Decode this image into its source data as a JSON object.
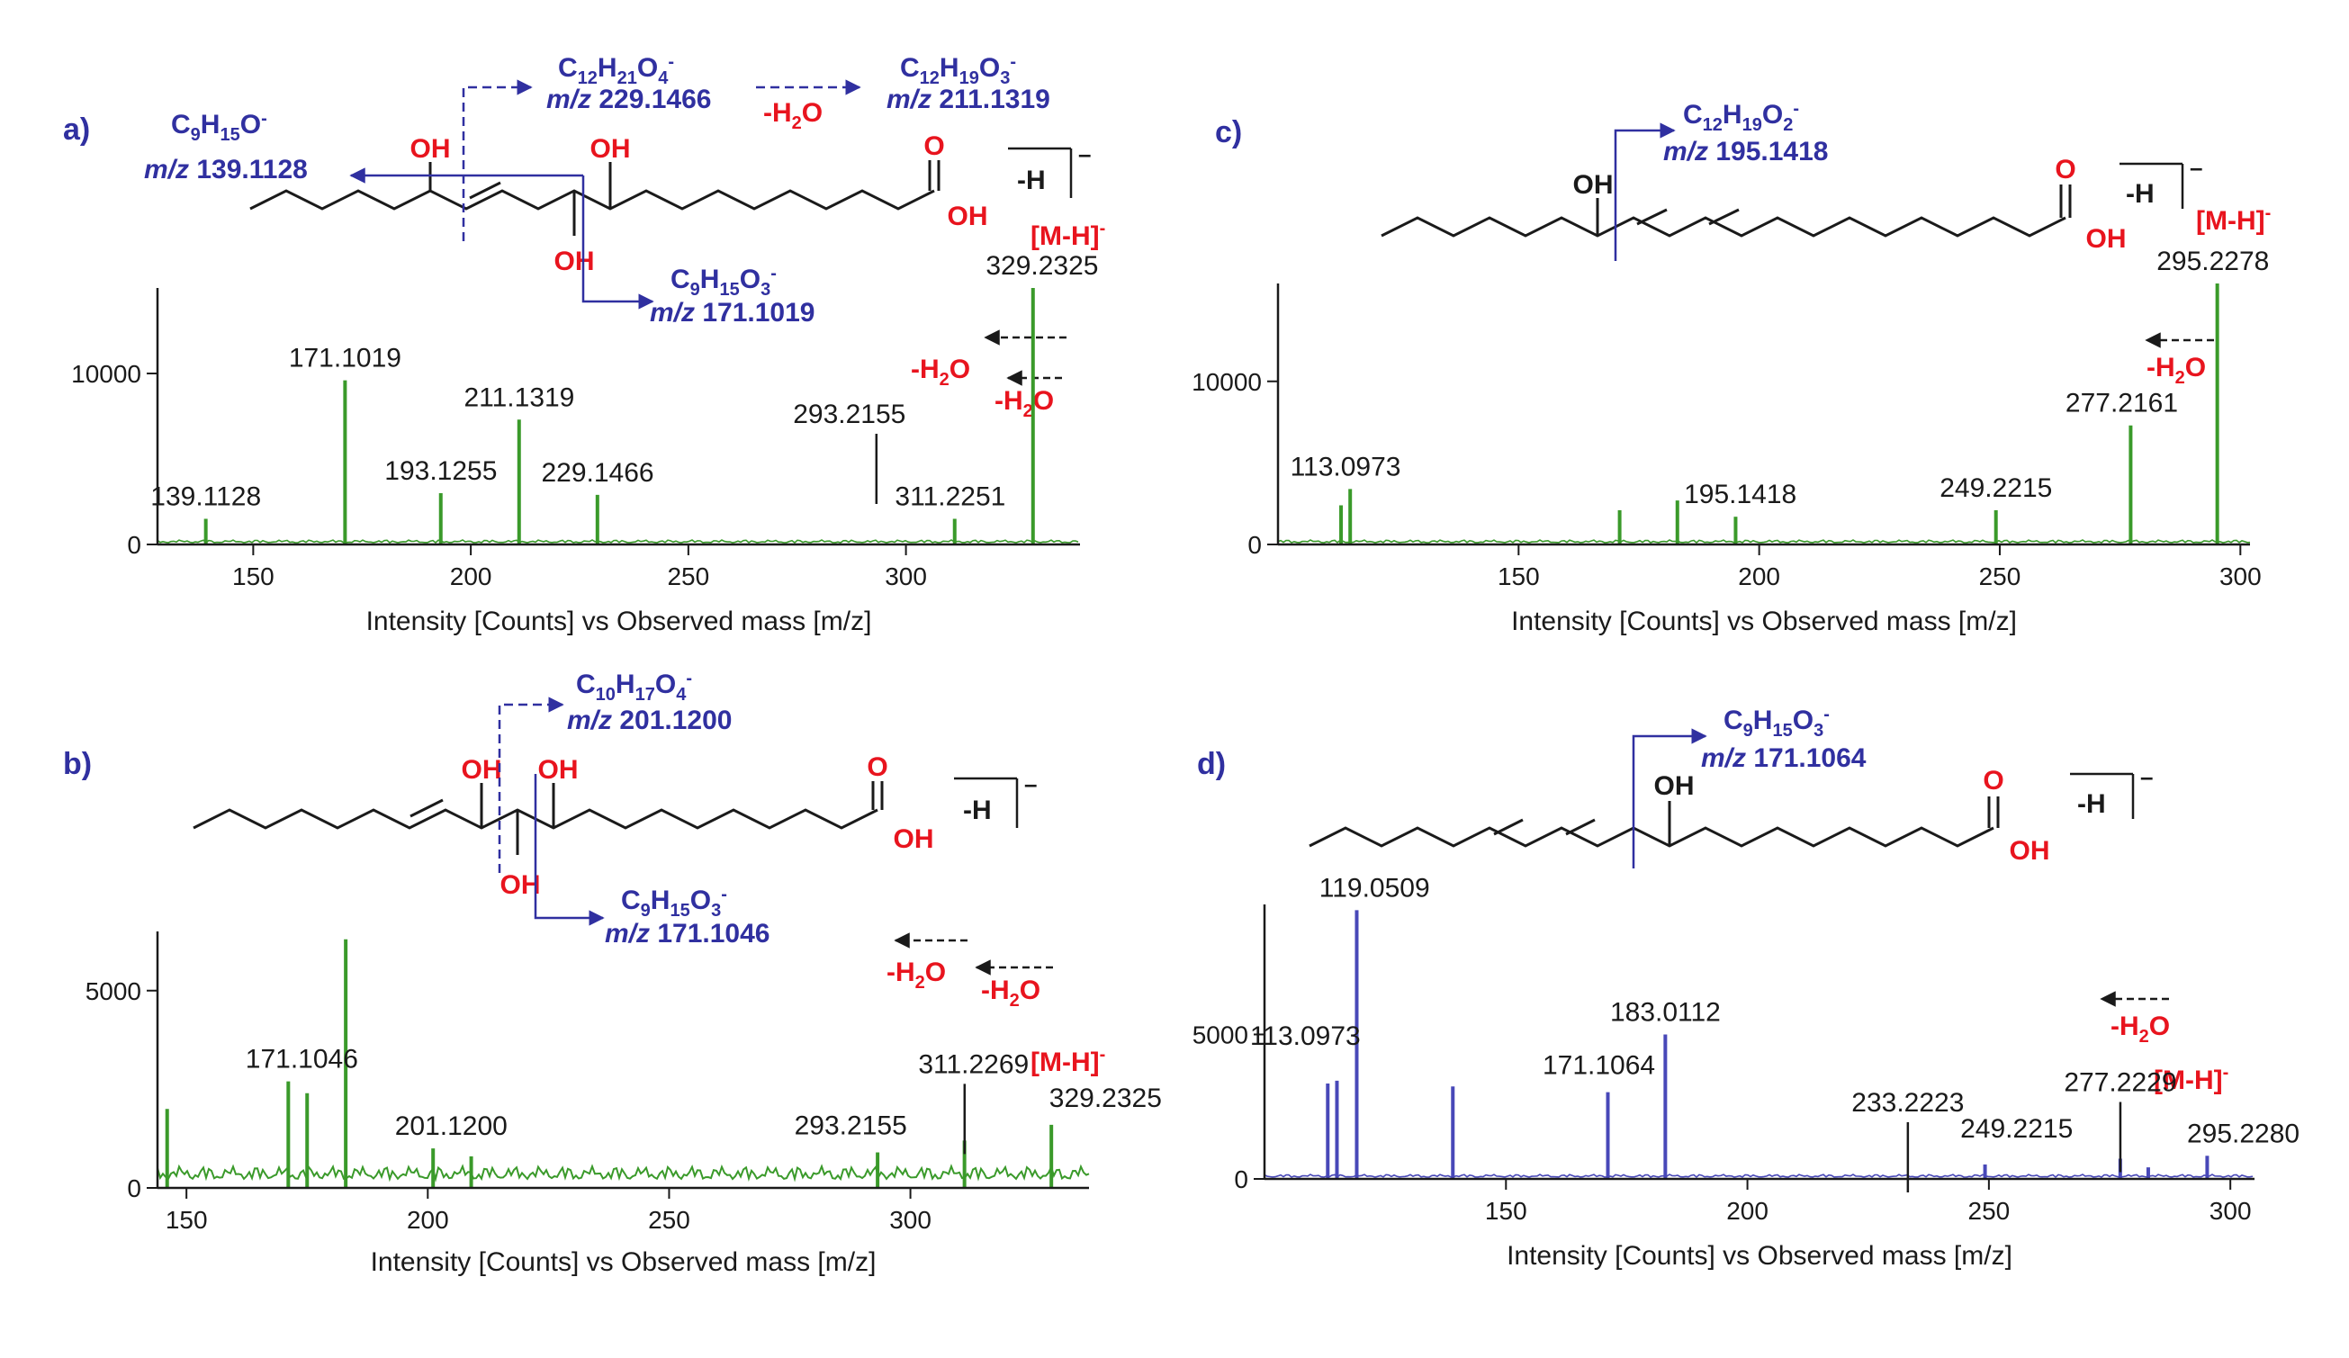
{
  "colors": {
    "fragment_blue": "#3030a0",
    "water_red": "#e8141e",
    "bond_black": "#1a1a1a",
    "trace_green": "#3a9a2a",
    "trace_blue": "#4848b8"
  },
  "chart_data": [
    {
      "panel": "a)",
      "type": "bar",
      "trace_color": "#3a9a2a",
      "xlabel": "Intensity [Counts] vs Observed mass [m/z]",
      "xlim": [
        128,
        340
      ],
      "ylim": [
        0,
        15000
      ],
      "xticks": [
        150,
        200,
        250,
        300
      ],
      "yticks": [
        0,
        10000
      ],
      "x": [
        139.1,
        171.1,
        193.1,
        211.1,
        229.1,
        311.2,
        329.2
      ],
      "values": [
        1500,
        9600,
        3000,
        7300,
        2900,
        1500,
        15000
      ],
      "peak_labels": [
        {
          "text": "139.1128",
          "x": 139.1128,
          "y": 1500
        },
        {
          "text": "171.1019",
          "x": 171.1019,
          "y": 9600
        },
        {
          "text": "193.1255",
          "x": 193.1255,
          "y": 3000
        },
        {
          "text": "211.1319",
          "x": 211.1319,
          "y": 7300
        },
        {
          "text": "229.1466",
          "x": 229.1466,
          "y": 2900
        },
        {
          "text": "293.2155",
          "x": 293.2155,
          "y": 0
        },
        {
          "text": "311.2251",
          "x": 311.2251,
          "y": 1500
        },
        {
          "text": "329.2325",
          "x": 329.2325,
          "y": 15000
        }
      ],
      "annotations": {
        "frag1": {
          "sym": "C",
          "n1": "12",
          "h": "H",
          "n2": "21",
          "o": "O",
          "n3": "4",
          "charge": "-",
          "mz": "m/z",
          "mass": "229.1466"
        },
        "frag2": {
          "sym": "C",
          "n1": "12",
          "h": "H",
          "n2": "19",
          "o": "O",
          "n3": "3",
          "charge": "-",
          "mz": "m/z",
          "mass": "211.1319"
        },
        "frag3": {
          "sym": "C",
          "n1": "9",
          "h": "H",
          "n2": "15",
          "o": "O",
          "n3": "",
          "charge": "-",
          "mz": "m/z",
          "mass": "139.1128"
        },
        "frag4": {
          "sym": "C",
          "n1": "9",
          "h": "H",
          "n2": "15",
          "o": "O",
          "n3": "3",
          "charge": "-",
          "mz": "m/z",
          "mass": "171.1019"
        },
        "loss": [
          "-H",
          "2",
          "O"
        ],
        "loss_b": [
          "-H",
          "2",
          "O"
        ],
        "loss_c": [
          "-H",
          "2",
          "O"
        ],
        "mh": "[M-H]",
        "mh_charge": "-",
        "hlabel": "-H",
        "hcharge": "–",
        "oh1": "OH",
        "oh2": "OH",
        "oh3": "OH",
        "oh4": "OH",
        "o_dbl": "O"
      }
    },
    {
      "panel": "b)",
      "type": "bar",
      "trace_color": "#3a9a2a",
      "xlabel": "Intensity [Counts] vs Observed mass [m/z]",
      "xlim": [
        144,
        337
      ],
      "ylim": [
        0,
        6500
      ],
      "xticks": [
        150,
        200,
        250,
        300
      ],
      "yticks": [
        0,
        5000
      ],
      "x": [
        146,
        171.1,
        175,
        183,
        201.1,
        209,
        293.2,
        311.2,
        329.2
      ],
      "values": [
        2000,
        2700,
        2400,
        6300,
        1000,
        800,
        900,
        1200,
        1600
      ],
      "peak_labels": [
        {
          "text": "171.1046",
          "x": 171.1046,
          "y": 2700
        },
        {
          "text": "201.1200",
          "x": 201.12,
          "y": 1000
        },
        {
          "text": "293.2155",
          "x": 293.2155,
          "y": 900
        },
        {
          "text": "311.2269",
          "x": 311.2269,
          "y": 1200
        },
        {
          "text": "329.2325",
          "x": 329.2325,
          "y": 1600
        }
      ],
      "annotations": {
        "frag1": {
          "sym": "C",
          "n1": "10",
          "h": "H",
          "n2": "17",
          "o": "O",
          "n3": "4",
          "charge": "-",
          "mz": "m/z",
          "mass": "201.1200"
        },
        "frag2": {
          "sym": "C",
          "n1": "9",
          "h": "H",
          "n2": "15",
          "o": "O",
          "n3": "3",
          "charge": "-",
          "mz": "m/z",
          "mass": "171.1046"
        },
        "loss": [
          "-H",
          "2",
          "O"
        ],
        "loss_b": [
          "-H",
          "2",
          "O"
        ],
        "mh": "[M-H]",
        "mh_charge": "-",
        "hlabel": "-H",
        "hcharge": "–",
        "oh1": "OH",
        "oh2": "OH",
        "oh3": "OH",
        "o_dbl": "O",
        "oh_acid": "OH"
      }
    },
    {
      "panel": "c)",
      "type": "bar",
      "trace_color": "#3a9a2a",
      "xlabel": "Intensity [Counts] vs Observed mass [m/z]",
      "xlim": [
        100,
        302
      ],
      "ylim": [
        0,
        16000
      ],
      "xticks": [
        150,
        200,
        250,
        300
      ],
      "yticks": [
        0,
        10000
      ],
      "x": [
        113.1,
        115,
        171,
        183,
        195.1,
        249.2,
        277.2,
        295.2
      ],
      "values": [
        2400,
        3400,
        2100,
        2700,
        1700,
        2100,
        7300,
        16000
      ],
      "peak_labels": [
        {
          "text": "113.0973",
          "x": 113.0973,
          "y": 3400
        },
        {
          "text": "195.1418",
          "x": 195.1418,
          "y": 1700
        },
        {
          "text": "249.2215",
          "x": 249.2215,
          "y": 2100
        },
        {
          "text": "277.2161",
          "x": 277.2161,
          "y": 7300
        },
        {
          "text": "295.2278",
          "x": 295.2278,
          "y": 16000
        }
      ],
      "annotations": {
        "frag1": {
          "sym": "C",
          "n1": "12",
          "h": "H",
          "n2": "19",
          "o": "O",
          "n3": "2",
          "charge": "-",
          "mz": "m/z",
          "mass": "195.1418"
        },
        "loss": [
          "-H",
          "2",
          "O"
        ],
        "mh": "[M-H]",
        "mh_charge": "-",
        "hlabel": "-H",
        "hcharge": "–",
        "oh1": "OH",
        "o_dbl": "O",
        "oh_acid": "OH"
      }
    },
    {
      "panel": "d)",
      "type": "bar",
      "trace_color": "#4848b8",
      "xlabel": "Intensity [Counts] vs Observed mass [m/z]",
      "xlim": [
        100,
        305
      ],
      "ylim": [
        0,
        9500
      ],
      "xticks": [
        150,
        200,
        250,
        300
      ],
      "yticks": [
        0,
        5000
      ],
      "x": [
        113.1,
        115,
        119.1,
        139,
        171.1,
        183.0,
        249.2,
        277.2,
        283,
        295.2
      ],
      "values": [
        3300,
        3400,
        9300,
        3200,
        3000,
        5000,
        500,
        700,
        400,
        800
      ],
      "peak_labels": [
        {
          "text": "119.0509",
          "x": 119.0509,
          "y": 9300
        },
        {
          "text": "113.0973",
          "x": 113.0973,
          "y": 3400
        },
        {
          "text": "183.0112",
          "x": 183.0112,
          "y": 5000
        },
        {
          "text": "171.1064",
          "x": 171.1064,
          "y": 3000
        },
        {
          "text": "233.2223",
          "x": 233.2223,
          "y": 0
        },
        {
          "text": "249.2215",
          "x": 249.2215,
          "y": 500
        },
        {
          "text": "277.2229",
          "x": 277.2229,
          "y": 700
        },
        {
          "text": "295.2280",
          "x": 295.228,
          "y": 800
        }
      ],
      "annotations": {
        "frag1": {
          "sym": "C",
          "n1": "9",
          "h": "H",
          "n2": "15",
          "o": "O",
          "n3": "3",
          "charge": "-",
          "mz": "m/z",
          "mass": "171.1064"
        },
        "loss": [
          "-H",
          "2",
          "O"
        ],
        "mh": "[M-H]",
        "mh_charge": "-",
        "hlabel": "-H",
        "hcharge": "–",
        "oh1": "OH",
        "o_dbl": "O",
        "oh_acid": "OH"
      }
    }
  ]
}
